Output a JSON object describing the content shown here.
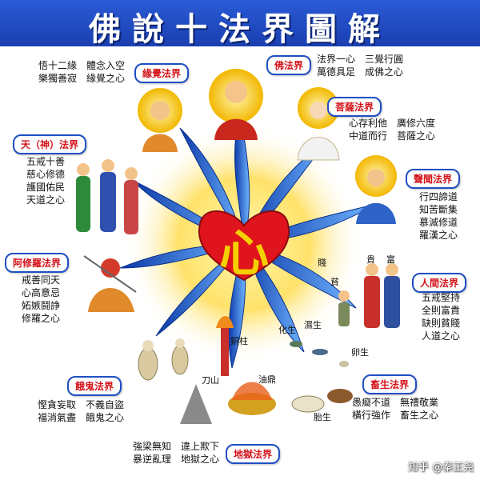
{
  "title": "佛說十法界圖解",
  "center_glyph": "心",
  "realms": [
    {
      "key": "buddha",
      "name": "佛法界",
      "desc": "法界一心　三覺行圓\n萬德具足　成佛之心"
    },
    {
      "key": "bodhisattva",
      "name": "菩薩法界",
      "desc": "心存利他　廣修六度\n中道而行　菩薩之心"
    },
    {
      "key": "sravaka",
      "name": "聲聞法界",
      "desc": "行四諦道\n知苦斷集\n慕滅修道\n羅漢之心"
    },
    {
      "key": "human",
      "name": "人間法界",
      "desc": "五戒堅持\n全則富貴\n缺則貧賤\n人道之心"
    },
    {
      "key": "animal",
      "name": "畜生法界",
      "desc": "愚癡不道　無禮敬業\n橫行強作　畜生之心"
    },
    {
      "key": "hell",
      "name": "地獄法界",
      "desc": "強梁無知　違上欺下\n暴逆亂理　地獄之心"
    },
    {
      "key": "ghost",
      "name": "餓鬼法界",
      "desc": "慳貪妄取　不義自盜\n福消氣盡　餓鬼之心"
    },
    {
      "key": "asura",
      "name": "阿修羅法界",
      "desc": "戒善同天\n心高意忌\n妬嫉鬪諍\n修羅之心"
    },
    {
      "key": "deva",
      "name": "天（神）法界",
      "desc": "五戒十善\n慈心修德\n護國佑民\n天道之心"
    },
    {
      "key": "pratyeka",
      "name": "緣覺法界",
      "desc": "悟十二緣　體念入空\n樂獨善寂　緣覺之心"
    }
  ],
  "illustration_labels": {
    "rich": "富",
    "noble": "貴",
    "poor": "貧",
    "lowly": "賤",
    "moist_born": "濕生",
    "transform_born": "化生",
    "egg_born": "卵生",
    "womb_born": "胎生",
    "copper_pillar": "銅柱",
    "knife_mountain": "刀山",
    "oil_cauldron": "油鼎"
  },
  "watermark": "知乎 @秦正尧",
  "colors": {
    "banner": "#1f4fc4",
    "tag_text": "#d3131a",
    "ray": "#1f5fd8",
    "heart": "#e0141c",
    "halo": "#f7d23a"
  }
}
